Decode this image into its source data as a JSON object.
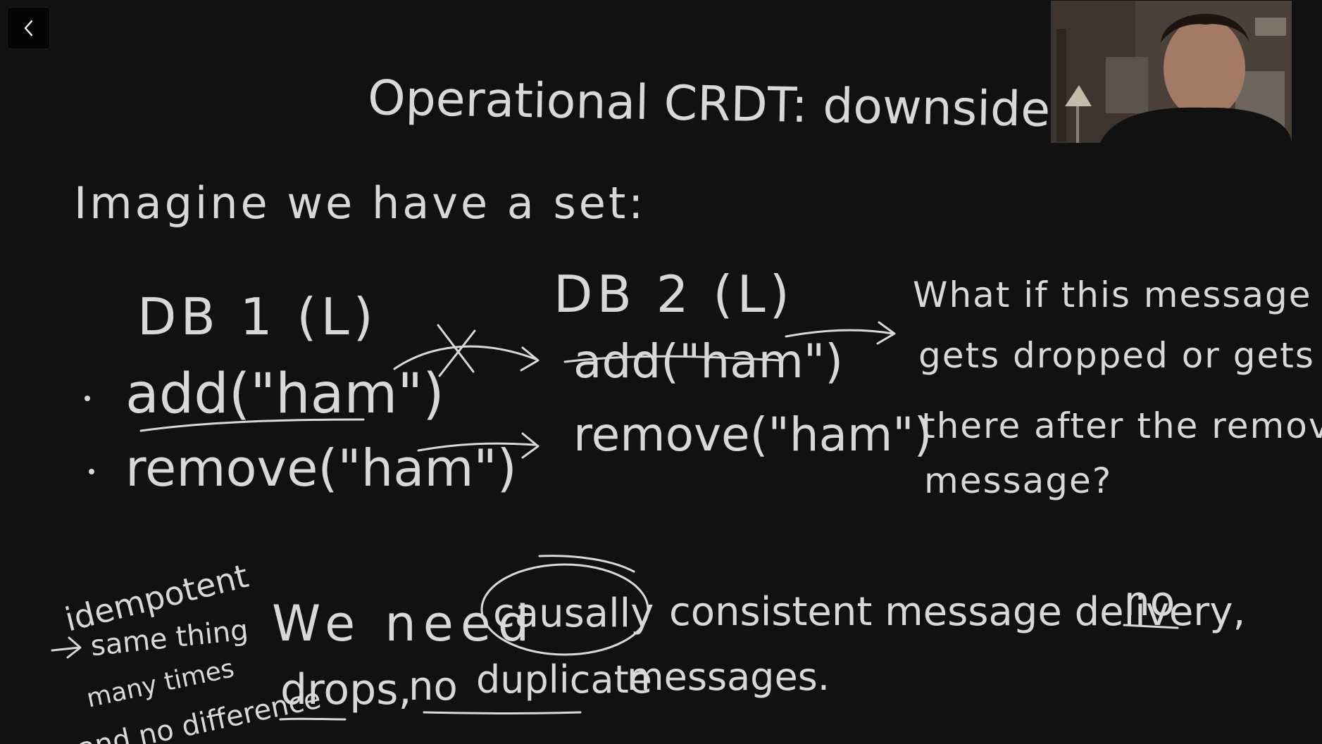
{
  "nav": {
    "back_icon": "chevron-left-icon"
  },
  "board": {
    "title": "Operational CRDT: downsides",
    "intro": "Imagine we have a set:",
    "db1": {
      "label": "DB 1 (L)",
      "ops": [
        "add(\"ham\")",
        "remove(\"ham\")"
      ]
    },
    "db2": {
      "label": "DB 2 (L)",
      "ops": [
        "add(\"ham\")",
        "remove(\"ham\")"
      ]
    },
    "question": [
      "What if this message",
      "gets dropped or gets",
      "there after the remove",
      "message?"
    ],
    "side_note": {
      "title": "idempotent",
      "lines": [
        "same thing",
        "many times",
        "and no difference"
      ]
    },
    "conclusion": {
      "line1": [
        "We need",
        "causally",
        "consistent message delivery,",
        "no"
      ],
      "line2": [
        "drops,",
        "no",
        "duplicate",
        "messages."
      ]
    }
  },
  "webcam": {
    "icon": "webcam-feed-icon"
  },
  "colors": {
    "board_bg": "#111111",
    "ink": "#d8d8d8",
    "button_bg": "#050505"
  }
}
